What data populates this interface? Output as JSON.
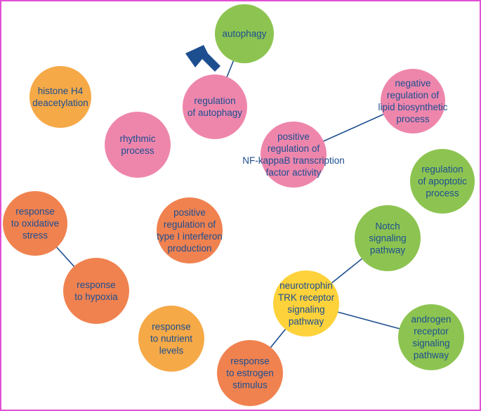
{
  "colors": {
    "green": "#8dc451",
    "pink": "#ee86ac",
    "orange": "#f08250",
    "light_orange": "#f6a947",
    "yellow": "#fdd23a",
    "text": "#1d4e8f",
    "edge": "#1d4e8f",
    "arrow": "#1d4e8f",
    "border": "#e14fd6"
  },
  "nodes": [
    {
      "id": "autophagy",
      "lines": [
        "autophagy"
      ],
      "color": "green"
    },
    {
      "id": "regulation-of-autophagy",
      "lines": [
        "regulation",
        "of autophagy"
      ],
      "color": "pink"
    },
    {
      "id": "histone-h4-deacetylation",
      "lines": [
        "histone H4",
        "deacetylation"
      ],
      "color": "light_orange"
    },
    {
      "id": "rhythmic-process",
      "lines": [
        "rhythmic",
        "process"
      ],
      "color": "pink"
    },
    {
      "id": "negative-regulation-lipid",
      "lines": [
        "negative",
        "regulation of",
        "lipid biosynthetic",
        "process"
      ],
      "color": "pink"
    },
    {
      "id": "positive-regulation-nfkb",
      "lines": [
        "positive",
        "regulation of",
        "NF-kappaB transcription",
        "factor activity"
      ],
      "color": "pink"
    },
    {
      "id": "regulation-of-apoptotic",
      "lines": [
        "regulation",
        "of apoptotic",
        "process"
      ],
      "color": "green"
    },
    {
      "id": "response-oxidative-stress",
      "lines": [
        "response",
        "to oxidative",
        "stress"
      ],
      "color": "orange"
    },
    {
      "id": "positive-regulation-interferon",
      "lines": [
        "positive",
        "regulation of",
        "type I interferon",
        "production"
      ],
      "color": "orange"
    },
    {
      "id": "notch-signaling",
      "lines": [
        "Notch",
        "signaling",
        "pathway"
      ],
      "color": "green"
    },
    {
      "id": "response-to-hypoxia",
      "lines": [
        "response",
        "to hypoxia"
      ],
      "color": "orange"
    },
    {
      "id": "neurotrophin-trk",
      "lines": [
        "neurotrophin",
        "TRK receptor",
        "signaling",
        "pathway"
      ],
      "color": "yellow"
    },
    {
      "id": "response-nutrient-levels",
      "lines": [
        "response",
        "to nutrient",
        "levels"
      ],
      "color": "light_orange"
    },
    {
      "id": "androgen-receptor",
      "lines": [
        "androgen",
        "receptor",
        "signaling",
        "pathway"
      ],
      "color": "green"
    },
    {
      "id": "response-estrogen",
      "lines": [
        "response",
        "to estrogen",
        "stimulus"
      ],
      "color": "orange"
    }
  ],
  "edges": [
    [
      "autophagy",
      "regulation-of-autophagy"
    ],
    [
      "negative-regulation-lipid",
      "positive-regulation-nfkb"
    ],
    [
      "response-oxidative-stress",
      "response-to-hypoxia"
    ],
    [
      "notch-signaling",
      "neurotrophin-trk"
    ],
    [
      "neurotrophin-trk",
      "androgen-receptor"
    ],
    [
      "neurotrophin-trk",
      "response-estrogen"
    ]
  ],
  "highlight": {
    "node": "regulation-of-autophagy",
    "icon": "arrow-pointer-icon"
  }
}
